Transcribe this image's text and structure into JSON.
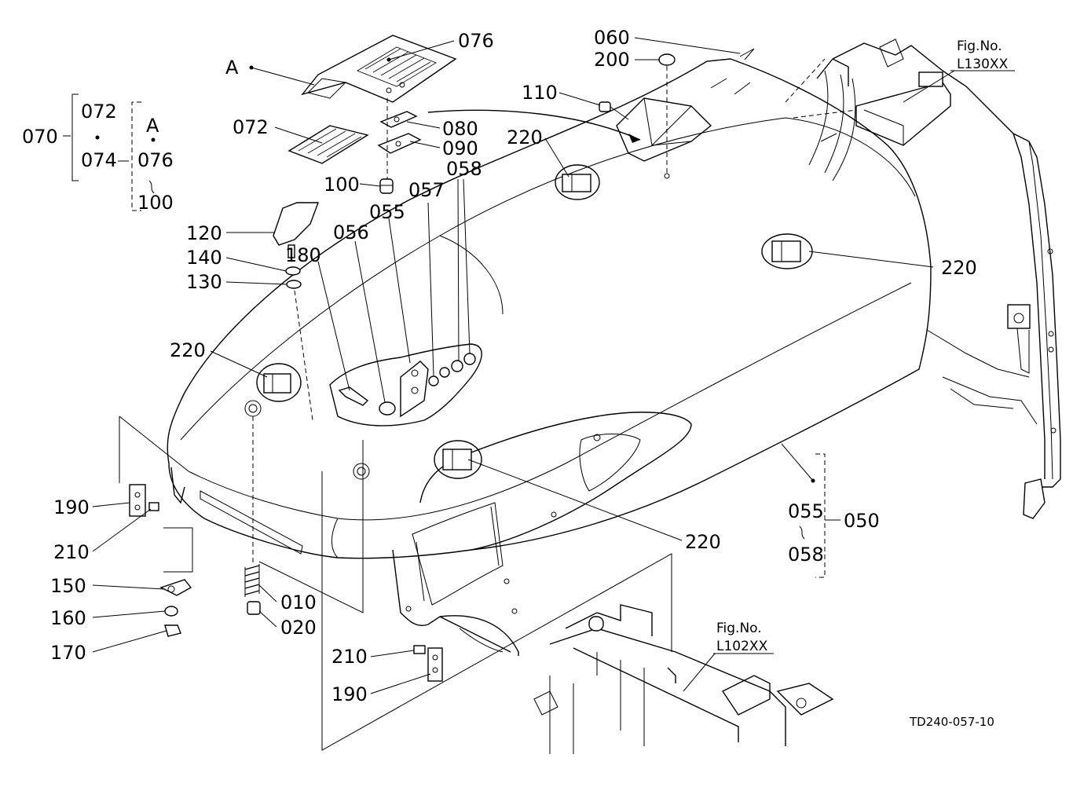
{
  "labels": {
    "a_top": "A",
    "p076": "076",
    "p072_left": "072",
    "p070": "070",
    "g072": "072",
    "g074": "074",
    "gA": "A",
    "g076": "076",
    "g100": "100",
    "p080": "080",
    "p090": "090",
    "p058_top": "058",
    "p100": "100",
    "p057": "057",
    "p055": "055",
    "p056": "056",
    "p180": "180",
    "p120": "120",
    "p140": "140",
    "p130": "130",
    "p110": "110",
    "p060": "060",
    "p200": "200",
    "p220_a": "220",
    "p220_b": "220",
    "p220_c": "220",
    "p220_d": "220",
    "p190_left": "190",
    "p210_left": "210",
    "p150": "150",
    "p160": "160",
    "p170": "170",
    "p010": "010",
    "p020": "020",
    "p210_bottom": "210",
    "p190_bottom": "190",
    "p055_r": "055",
    "p058_r": "058",
    "p050": "050"
  },
  "figure_refs": {
    "top_right_title": "Fig.No.",
    "top_right_code": "L130XX",
    "bottom_title": "Fig.No.",
    "bottom_code": "L102XX"
  },
  "drawing_code": "TD240-057-10",
  "colors": {
    "ink": "#000000",
    "paper": "#ffffff"
  }
}
